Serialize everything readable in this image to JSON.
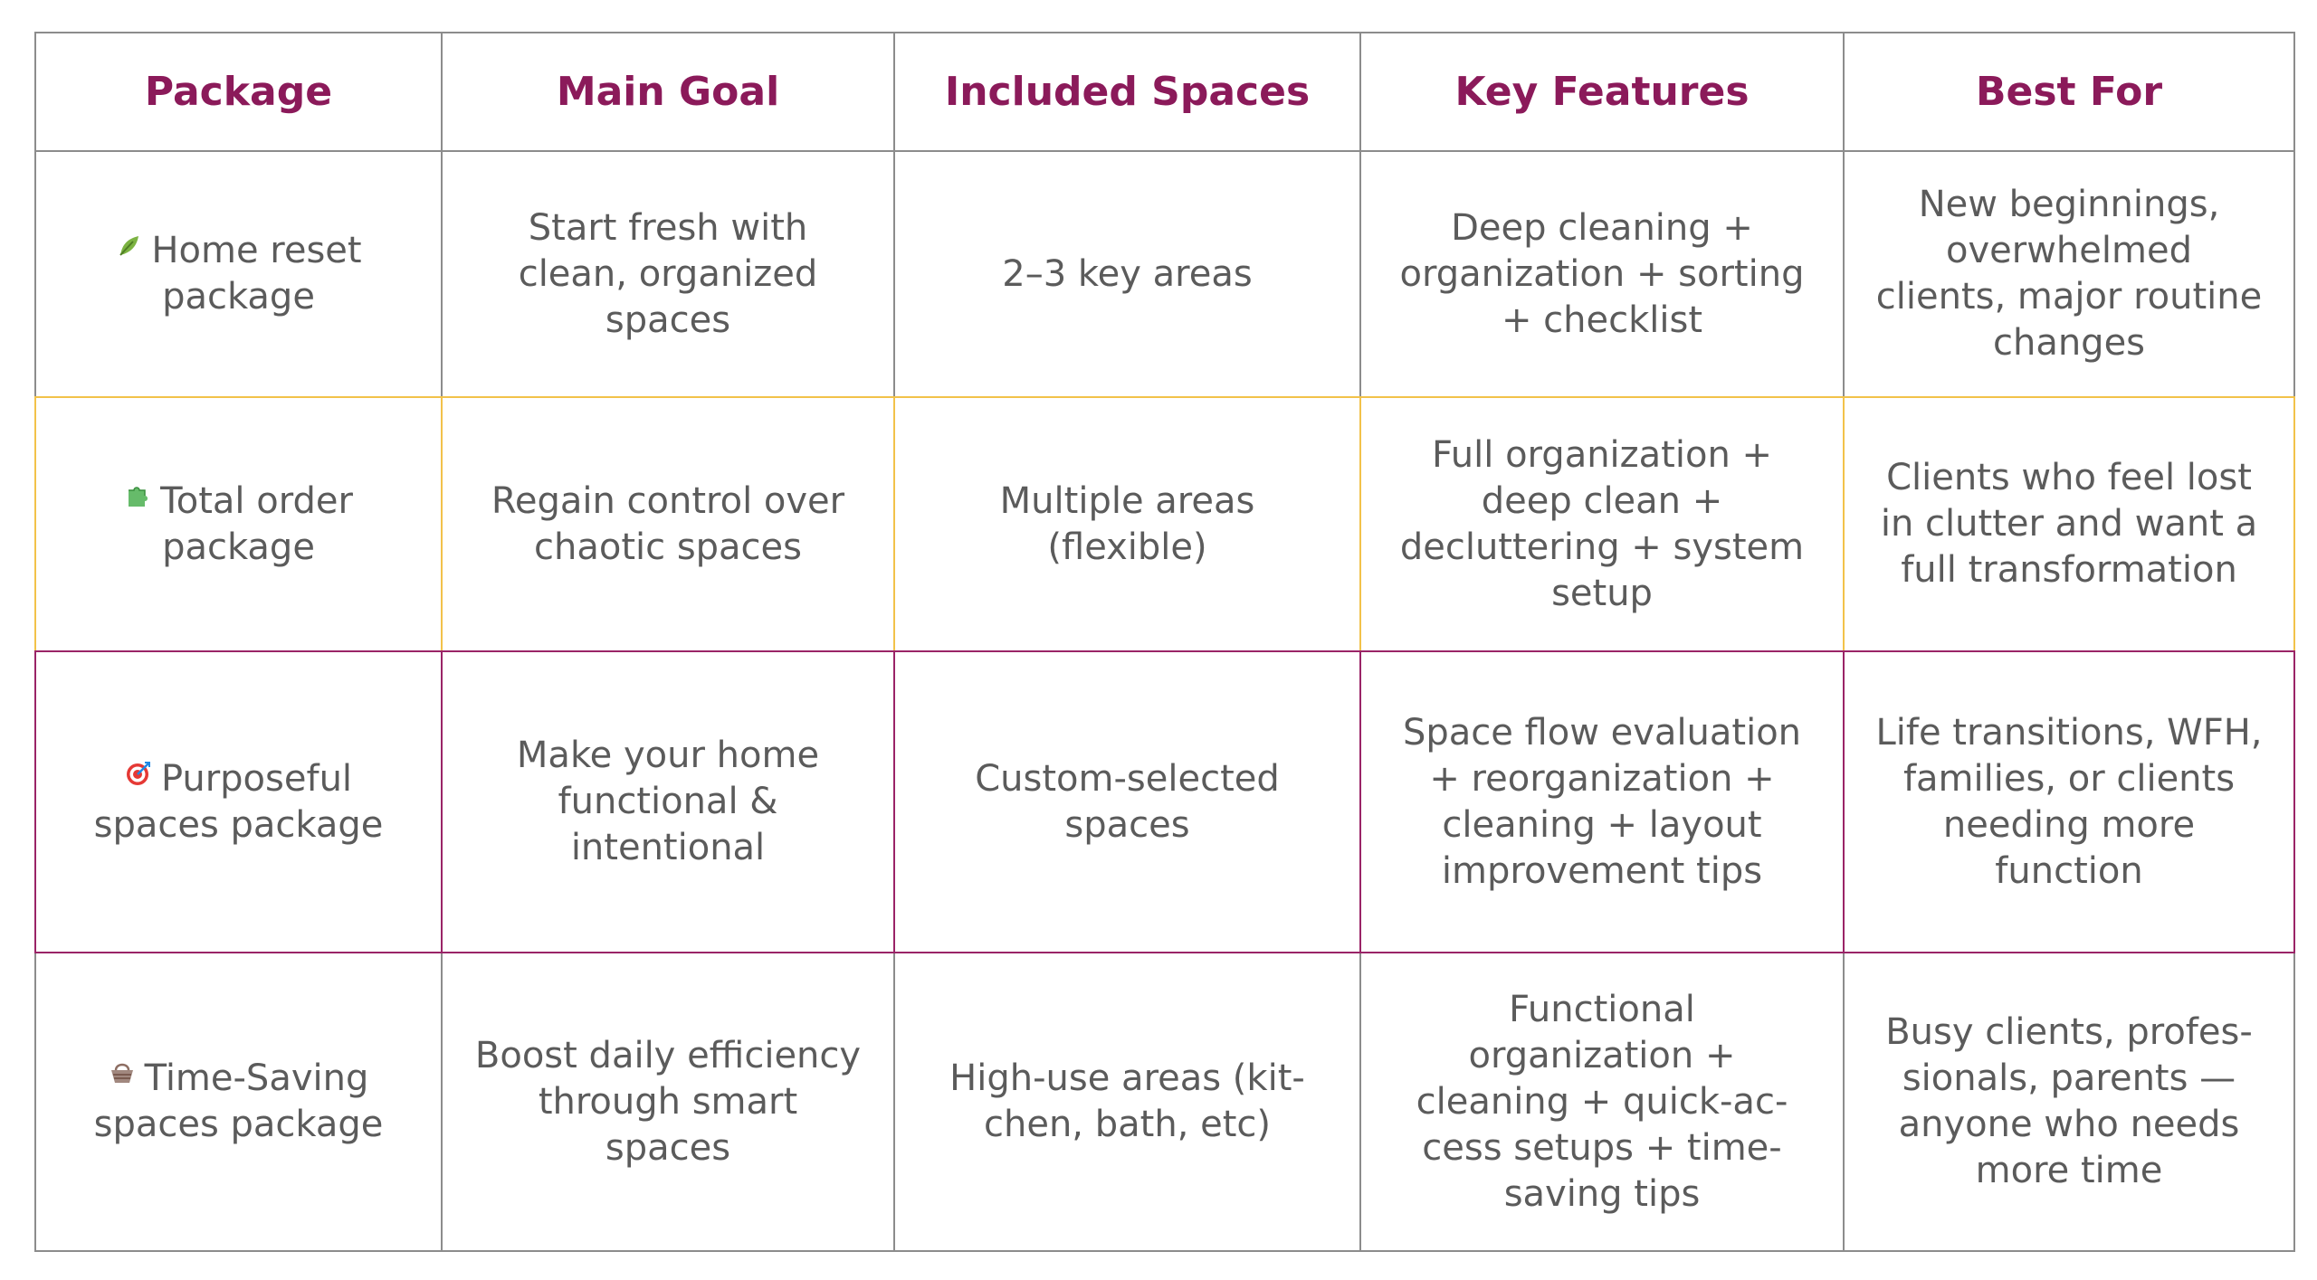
{
  "table": {
    "headers": [
      "Package",
      "Main Goal",
      "Included Spaces",
      "Key Features",
      "Best For"
    ],
    "rows": [
      {
        "icon": "leaf-icon",
        "package": "Home reset package",
        "main_goal": "Start fresh with clean, organized spaces",
        "included_spaces": "2–3 key areas",
        "key_features": "Deep cleaning + organization + sorting + checklist",
        "best_for": "New beginnings, overwhelmed clients, major routine changes"
      },
      {
        "icon": "puzzle-icon",
        "package": "Total order package",
        "main_goal": "Regain control over chaotic spaces",
        "included_spaces": "Multiple areas (flexible)",
        "key_features": "Full organization + deep clean + decluttering + system setup",
        "best_for": "Clients who feel lost in clutter and want a full transformation"
      },
      {
        "icon": "target-icon",
        "package": "Purposeful spaces package",
        "main_goal": "Make your home functional & intentional",
        "included_spaces": "Custom-selected spaces",
        "key_features": "Space flow evaluation + reorganization + cleaning + layout improvement tips",
        "best_for": "Life transitions, WFH, families, or clients needing more function"
      },
      {
        "icon": "basket-icon",
        "package": "Time-Saving spaces package",
        "main_goal": "Boost daily efficiency through smart spaces",
        "included_spaces": "High-use areas (kit-chen, bath, etc)",
        "key_features": "Functional organization + cleaning + quick-ac-cess setups + time-saving tips",
        "best_for": "Busy clients, profes-sionals, parents — anyone who needs more time"
      }
    ]
  },
  "colors": {
    "header_text": "#8b1a5a",
    "body_text": "#5b5b5b",
    "grid": "#8c8c8c",
    "highlight_yellow": "#f2c24a",
    "highlight_magenta": "#9a2467"
  }
}
